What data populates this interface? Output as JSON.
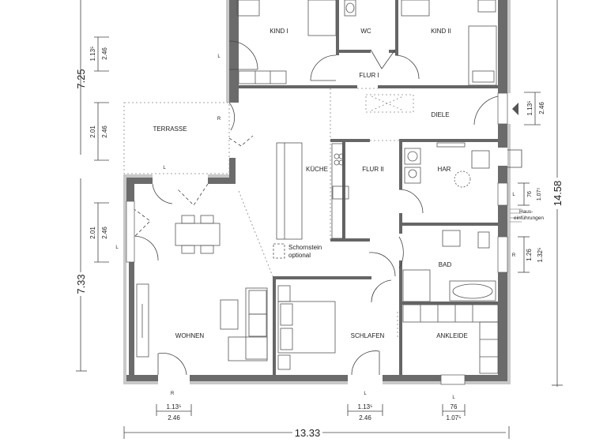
{
  "rooms": {
    "kind1": "KIND I",
    "wc": "WC",
    "kind2": "KIND II",
    "flur1": "FLUR I",
    "diele": "DIELE",
    "terrasse": "TERRASSE",
    "kueche": "KÜCHE",
    "flur2": "FLUR II",
    "har": "HAR",
    "bad": "BAD",
    "wohnen": "WOHNEN",
    "schlafen": "SCHLAFEN",
    "ankleide": "ANKLEIDE"
  },
  "notes": {
    "schornstein_1": "Schornstein",
    "schornstein_2": "optional",
    "haus_1": "Haus-",
    "haus_2": "einführungen"
  },
  "dimensions": {
    "left_top_total": "7.25",
    "left_bottom_total": "7.33",
    "right_total": "14.58",
    "bottom_total": "13.33",
    "left_win1_a": "1.13⁵",
    "left_win1_b": "2.46",
    "left_ter_a": "2.01",
    "left_ter_b": "2.46",
    "left_win2_a": "2.01",
    "left_win2_b": "2.46",
    "right_diele_a": "1.13⁵",
    "right_diele_b": "2.46",
    "right_har_a": "76",
    "right_har_b": "1.07⁵",
    "right_bad_a": "1.26",
    "right_bad_b": "1.32⁵",
    "bottom_wohnen_a": "1.13⁵",
    "bottom_wohnen_b": "2.46",
    "bottom_schlafen_a": "1.13⁵",
    "bottom_schlafen_b": "2.46",
    "bottom_ankleide_a": "76",
    "bottom_ankleide_b": "1.07⁵"
  },
  "window_marks": {
    "left_mid": "L",
    "kind1_side": "L",
    "terrasse_r": "R",
    "terrasse_l": "L",
    "terrasse_top_l": "L",
    "wohnen_left": "L",
    "bottom_wohnen": "R",
    "bottom_schlafen": "L",
    "bottom_ankleide": "L",
    "right_har": "L",
    "right_bad": "R"
  },
  "colors": {
    "wall_dark": "#6b6b6b",
    "wall_light": "#c8c8c8",
    "line": "#333333"
  }
}
